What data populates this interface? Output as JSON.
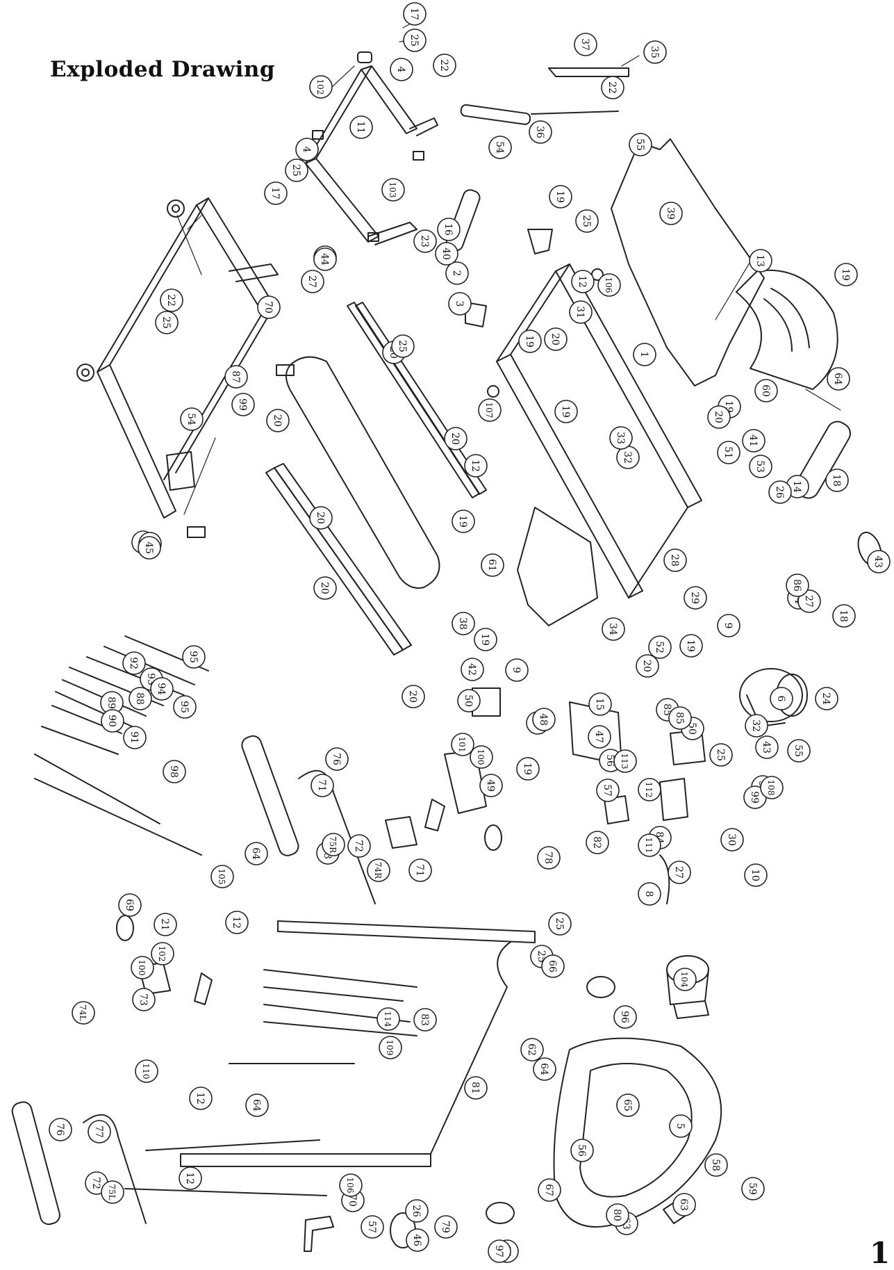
{
  "title": "Exploded Drawing",
  "page_number": "1",
  "part_labels": [
    "1",
    "2",
    "3",
    "4",
    "4",
    "5",
    "6",
    "7",
    "7",
    "8",
    "9",
    "9",
    "9",
    "10",
    "11",
    "12",
    "12",
    "12",
    "12",
    "12",
    "13",
    "14",
    "14",
    "15",
    "16",
    "17",
    "17",
    "18",
    "18",
    "19",
    "19",
    "19",
    "19",
    "19",
    "19",
    "19",
    "19",
    "19",
    "20",
    "20",
    "20",
    "20",
    "20",
    "20",
    "20",
    "20",
    "20",
    "21",
    "22",
    "22",
    "22",
    "23",
    "24",
    "25",
    "25",
    "25",
    "25",
    "25",
    "25",
    "25",
    "25",
    "26",
    "26",
    "27",
    "27",
    "27",
    "28",
    "28",
    "29",
    "30",
    "31",
    "32",
    "32",
    "33",
    "34",
    "35",
    "36",
    "37",
    "38",
    "39",
    "40",
    "41",
    "42",
    "43",
    "43",
    "44",
    "45",
    "46",
    "47",
    "48",
    "49",
    "50",
    "50",
    "51",
    "52",
    "53",
    "54",
    "54",
    "54",
    "55",
    "55",
    "56",
    "56",
    "57",
    "57",
    "58",
    "59",
    "60",
    "61",
    "62",
    "63",
    "63",
    "64",
    "64",
    "64",
    "64",
    "65",
    "66",
    "67",
    "68",
    "69",
    "70",
    "70",
    "71",
    "71",
    "72",
    "72",
    "73",
    "73",
    "74L",
    "74R",
    "75L",
    "75R",
    "76",
    "76",
    "77",
    "78",
    "79",
    "80",
    "81",
    "82",
    "83",
    "84",
    "85",
    "85",
    "86",
    "87",
    "88",
    "89",
    "90",
    "91",
    "92",
    "93",
    "94",
    "95",
    "95",
    "96",
    "97",
    "98",
    "99",
    "99",
    "100",
    "100",
    "101",
    "102",
    "102",
    "103",
    "104",
    "105",
    "106",
    "106",
    "107",
    "108",
    "109",
    "110",
    "111",
    "112",
    "113",
    "114"
  ]
}
